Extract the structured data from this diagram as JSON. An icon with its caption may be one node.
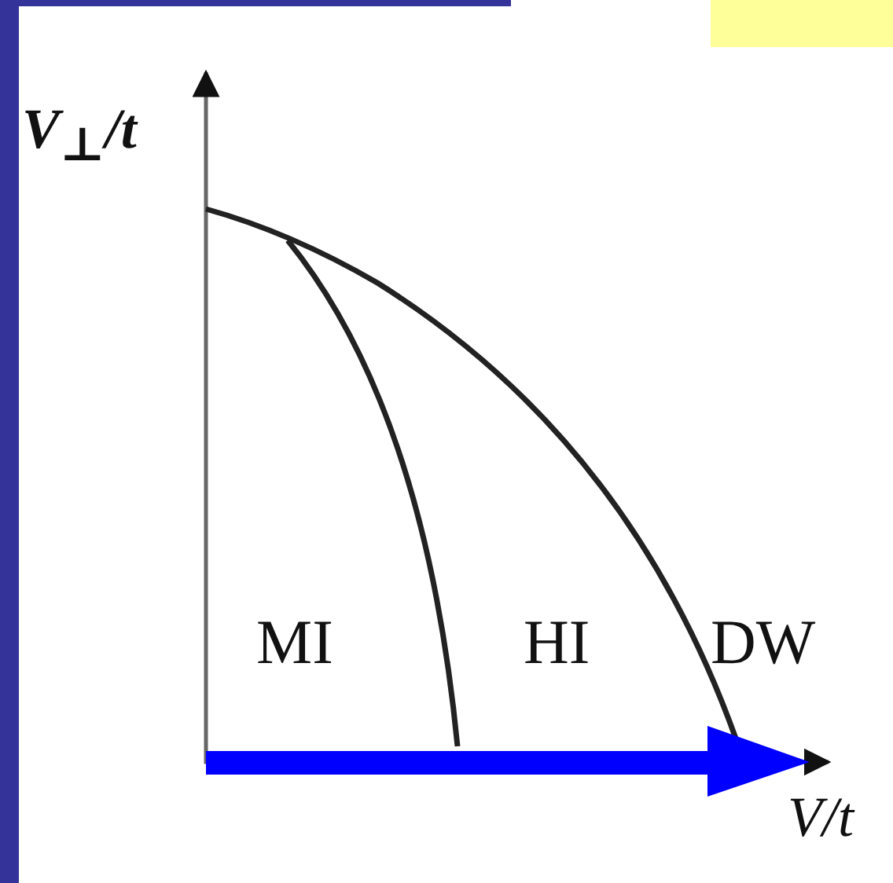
{
  "diagram": {
    "labels": [
      "V$_{⊥}$/t",
      "MI",
      "HI",
      "DW",
      "V/t"
    ]
  }
}
